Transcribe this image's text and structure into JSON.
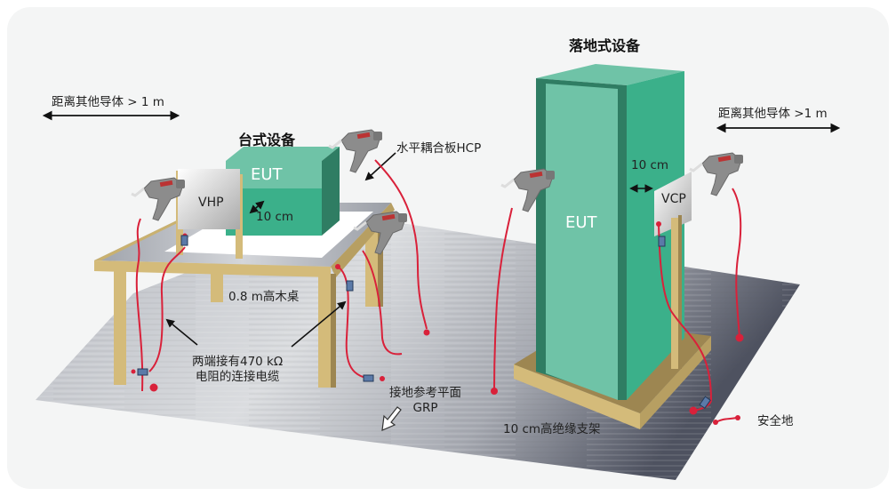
{
  "diagram": {
    "title": "ESD test setup: tabletop and floor-standing equipment",
    "sections": {
      "tabletop": "台式设备",
      "floor_standing": "落地式设备"
    },
    "labels": {
      "distance_left": "距离其他导体 > 1 m",
      "distance_right": "距离其他导体 >1 m",
      "hcp": "水平耦合板HCP",
      "vhp": "VHP",
      "vcp": "VCP",
      "eut_table": "EUT",
      "eut_floor": "EUT",
      "gap_table": "10 cm",
      "gap_floor": "10 cm",
      "table_height": "0.8 m高木桌",
      "cable_line1": "两端接有470 kΩ",
      "cable_line2": "电阻的连接电缆",
      "grp_line1": "接地参考平面",
      "grp_line2": "GRP",
      "support": "10 cm高绝缘支架",
      "safety_ground": "安全地"
    },
    "colors": {
      "eut_light": "#6fc3a7",
      "eut_mid": "#3bb08a",
      "eut_dark": "#2f7d63",
      "wood": "#d4bb7a",
      "wood_dark": "#9d8651",
      "cable": "#d9213a",
      "resistor": "#5b7aa8",
      "plate": "#cfcfcf",
      "background": "#f4f5f5"
    }
  }
}
